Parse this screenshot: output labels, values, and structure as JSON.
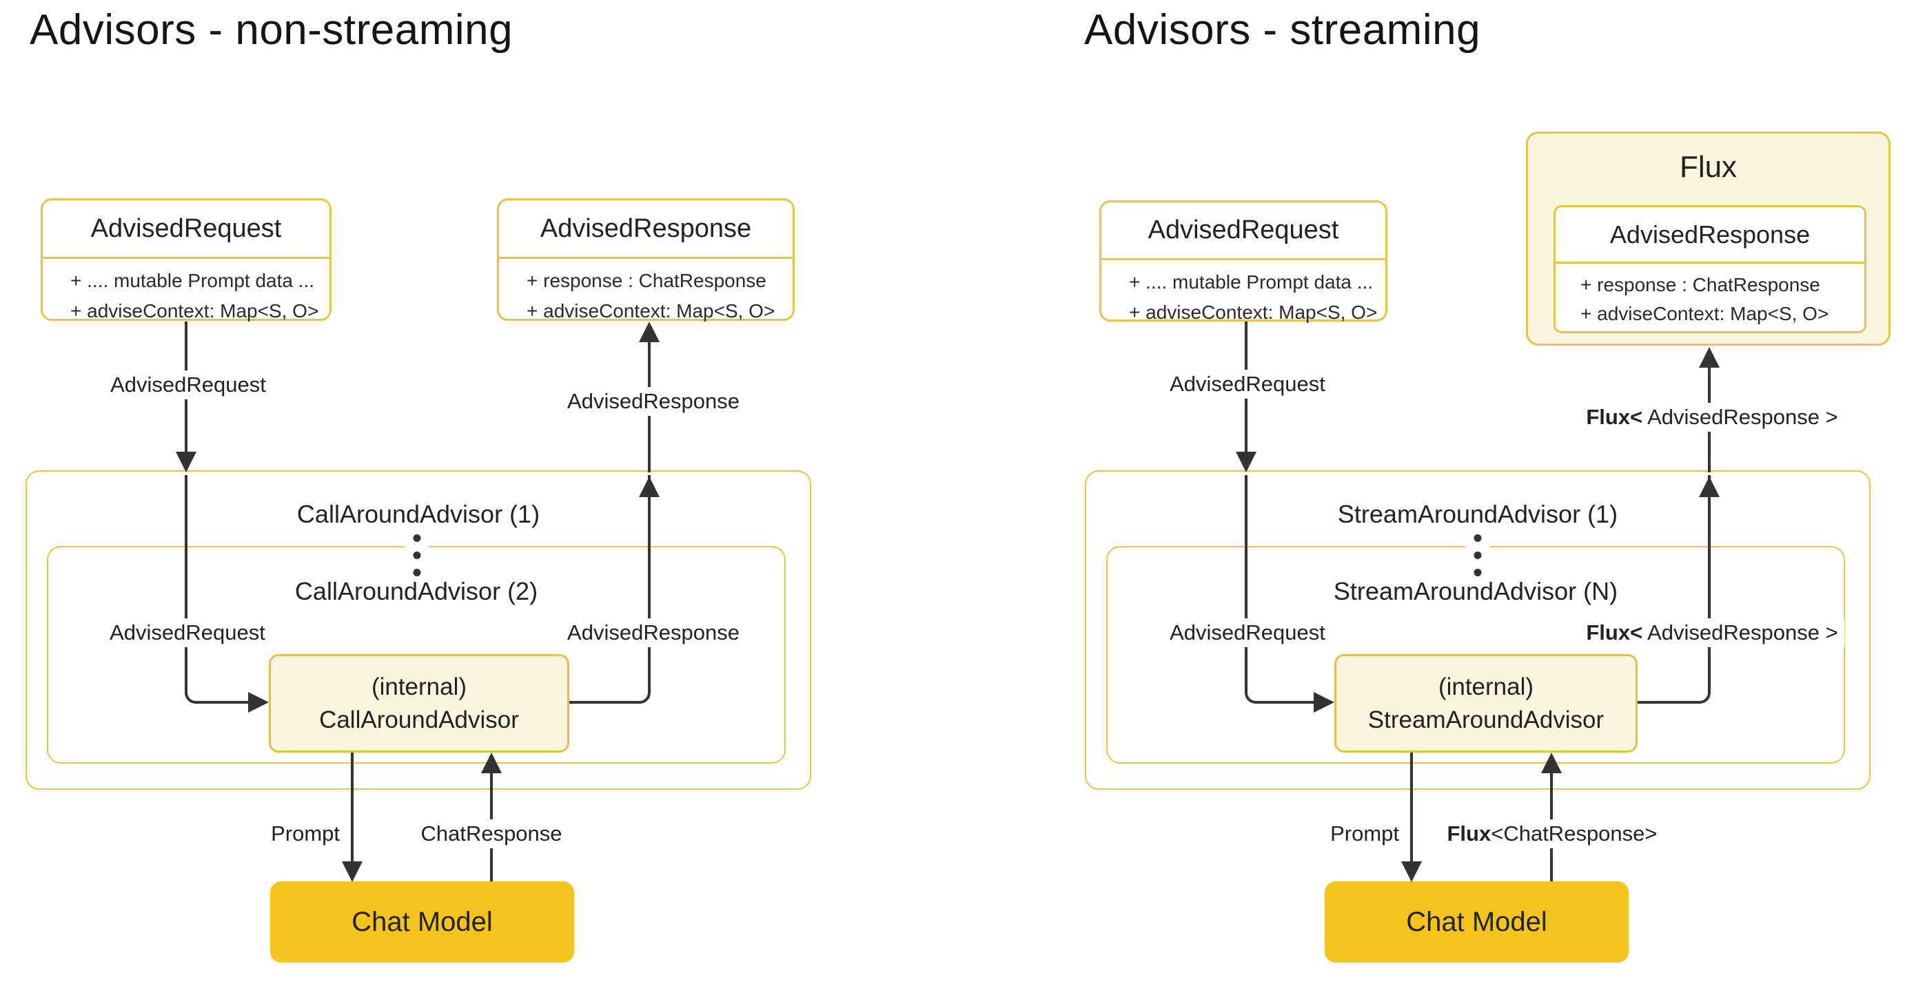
{
  "left": {
    "title": "Advisors - non-streaming",
    "request_box": {
      "title": "AdvisedRequest",
      "line1": "+ .... mutable Prompt data ...",
      "line2": "+ adviseContext: Map<S, O>"
    },
    "response_box": {
      "title": "AdvisedResponse",
      "line1": "+ response : ChatResponse",
      "line2": "+ adviseContext: Map<S, O>"
    },
    "outer_title": "CallAroundAdvisor (1)",
    "inner_title": "CallAroundAdvisor (2)",
    "internal_box": {
      "line1": "(internal)",
      "line2": "CallAroundAdvisor"
    },
    "labels": {
      "request_top": "AdvisedRequest",
      "response_top": "AdvisedResponse",
      "request_mid": "AdvisedRequest",
      "response_mid": "AdvisedResponse",
      "prompt": "Prompt",
      "chat_response": "ChatResponse"
    },
    "chat_model": "Chat Model"
  },
  "right": {
    "title": "Advisors - streaming",
    "request_box": {
      "title": "AdvisedRequest",
      "line1": "+ .... mutable Prompt data ...",
      "line2": "+ adviseContext: Map<S, O>"
    },
    "flux_box": {
      "title": "Flux",
      "response_box": {
        "title": "AdvisedResponse",
        "line1": "+ response : ChatResponse",
        "line2": "+ adviseContext: Map<S, O>"
      }
    },
    "outer_title": "StreamAroundAdvisor (1)",
    "inner_title": "StreamAroundAdvisor (N)",
    "internal_box": {
      "line1": "(internal)",
      "line2": "StreamAroundAdvisor"
    },
    "labels": {
      "request_top": "AdvisedRequest",
      "response_top_bold": "Flux<",
      "response_top_rest": " AdvisedResponse >",
      "request_mid": "AdvisedRequest",
      "response_mid_bold": "Flux<",
      "response_mid_rest": " AdvisedResponse >",
      "prompt": "Prompt",
      "flux_chat_bold": "Flux",
      "flux_chat_rest": "<ChatResponse>"
    },
    "chat_model": "Chat Model"
  },
  "colors": {
    "gold_border": "#e9c347",
    "cream_fill": "#fbf5df",
    "chat_model_fill": "#f4c41d",
    "arrow": "#333333",
    "text": "#1f1f1f"
  }
}
